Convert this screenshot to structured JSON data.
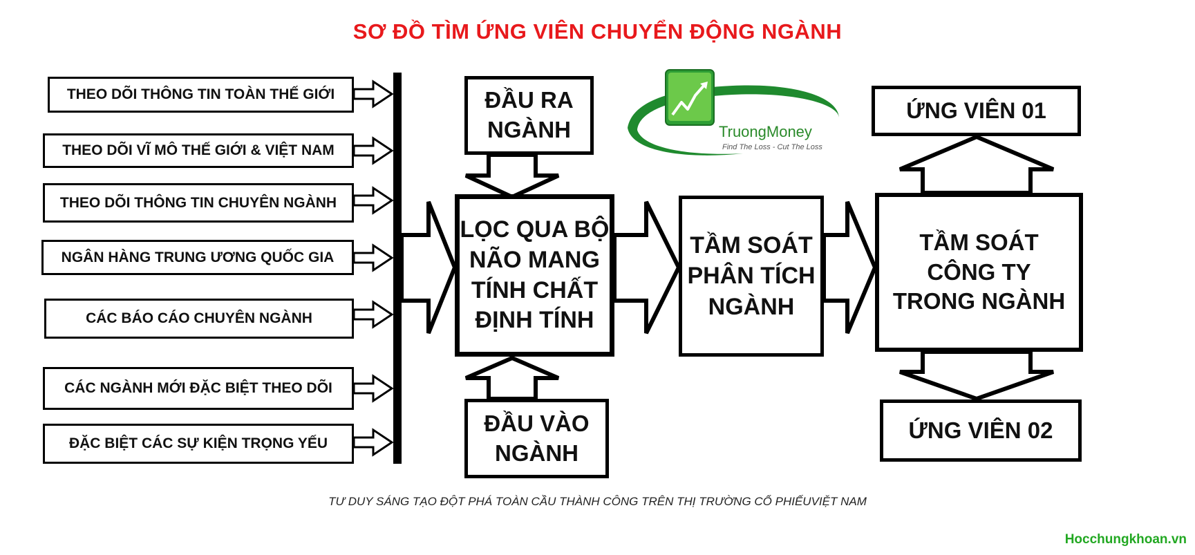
{
  "title": "SƠ ĐỒ TÌM ỨNG VIÊN CHUYỂN ĐỘNG NGÀNH",
  "inputs": [
    "THEO DÕI THÔNG TIN TOÀN THẾ GIỚI",
    "THEO DÕI VĨ MÔ THẾ GIỚI & VIỆT NAM",
    "THEO DÕI THÔNG TIN CHUYÊN NGÀNH",
    "NGÂN HÀNG TRUNG ƯƠNG QUỐC GIA",
    "CÁC BÁO CÁO CHUYÊN NGÀNH",
    "CÁC NGÀNH MỚI ĐẶC BIỆT THEO DÕI",
    "ĐẶC BIỆT CÁC SỰ KIỆN TRỌNG YẾU"
  ],
  "output_box": "ĐẦU RA\nNGÀNH",
  "input_box": "ĐẦU VÀO\nNGÀNH",
  "filter_box": "LỌC QUA BỘ\nNÃO MANG\nTÍNH CHẤT\nĐỊNH TÍNH",
  "industry_box": "TẦM SOÁT\nPHÂN TÍCH\nNGÀNH",
  "company_box": "TẦM SOÁT\nCÔNG TY\nTRONG NGÀNH",
  "candidate_1": "ỨNG VIÊN 01",
  "candidate_2": "ỨNG VIÊN 02",
  "logo": {
    "name": "TruongMoney",
    "slogan": "Find The Loss - Cut The Loss",
    "colors": {
      "green_dark": "#1f8a2e",
      "green_light": "#7fd14a",
      "gray": "#8a8a8a"
    }
  },
  "footer": "TƯ DUY SÁNG TẠO ĐỘT PHÁ TOÀN CẦU THÀNH CÔNG TRÊN THỊ TRƯỜNG CỔ PHIẾUVIỆT NAM",
  "website": "Hocchungkhoan.vn",
  "colors": {
    "title": "#e8191c",
    "website": "#22a822",
    "stroke": "#000000"
  }
}
